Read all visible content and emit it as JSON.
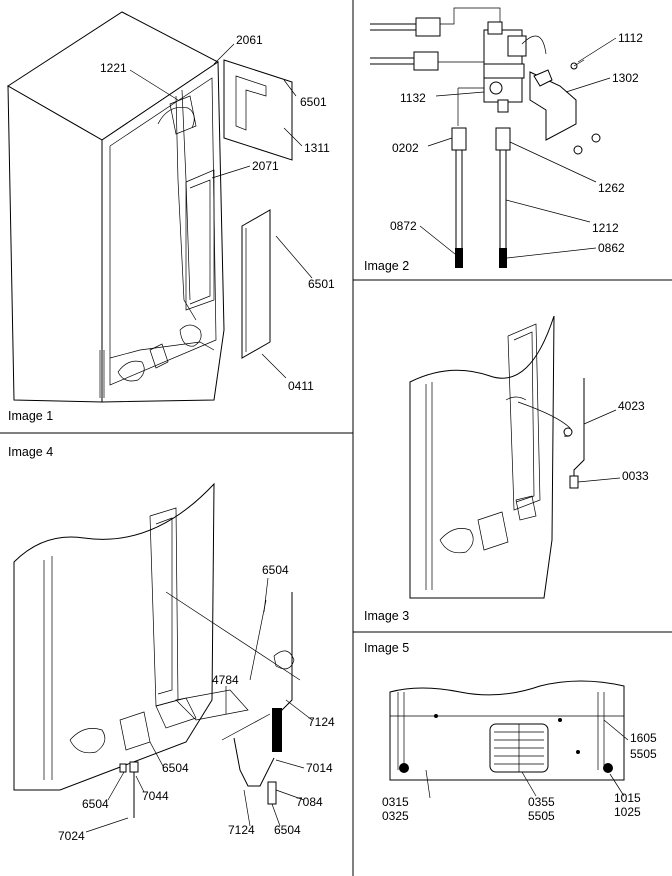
{
  "panels": {
    "p1": {
      "caption": "Image 1",
      "labels": {
        "l2061": "2061",
        "l1221": "1221",
        "l6501a": "6501",
        "l1311": "1311",
        "l2071": "2071",
        "l6501b": "6501",
        "l0411": "0411"
      }
    },
    "p2": {
      "caption": "Image 2",
      "labels": {
        "l1112": "1112",
        "l1302": "1302",
        "l1132": "1132",
        "l0202": "0202",
        "l1262": "1262",
        "l1212": "1212",
        "l0872": "0872",
        "l0862": "0862"
      }
    },
    "p3": {
      "caption": "Image 3",
      "labels": {
        "l4023": "4023",
        "l0033": "0033"
      }
    },
    "p4": {
      "caption": "Image 4",
      "labels": {
        "l6504a": "6504",
        "l4784": "4784",
        "l7124a": "7124",
        "l6504b": "6504",
        "l7014": "7014",
        "l6504c": "6504",
        "l7044": "7044",
        "l7084": "7084",
        "l7024": "7024",
        "l7124b": "7124",
        "l6504d": "6504"
      }
    },
    "p5": {
      "caption": "Image 5",
      "labels": {
        "l1605": "1605",
        "l5505a": "5505",
        "l0315": "0315",
        "l0325": "0325",
        "l0355": "0355",
        "l5505b": "5505",
        "l1015": "1015",
        "l1025": "1025"
      }
    }
  }
}
